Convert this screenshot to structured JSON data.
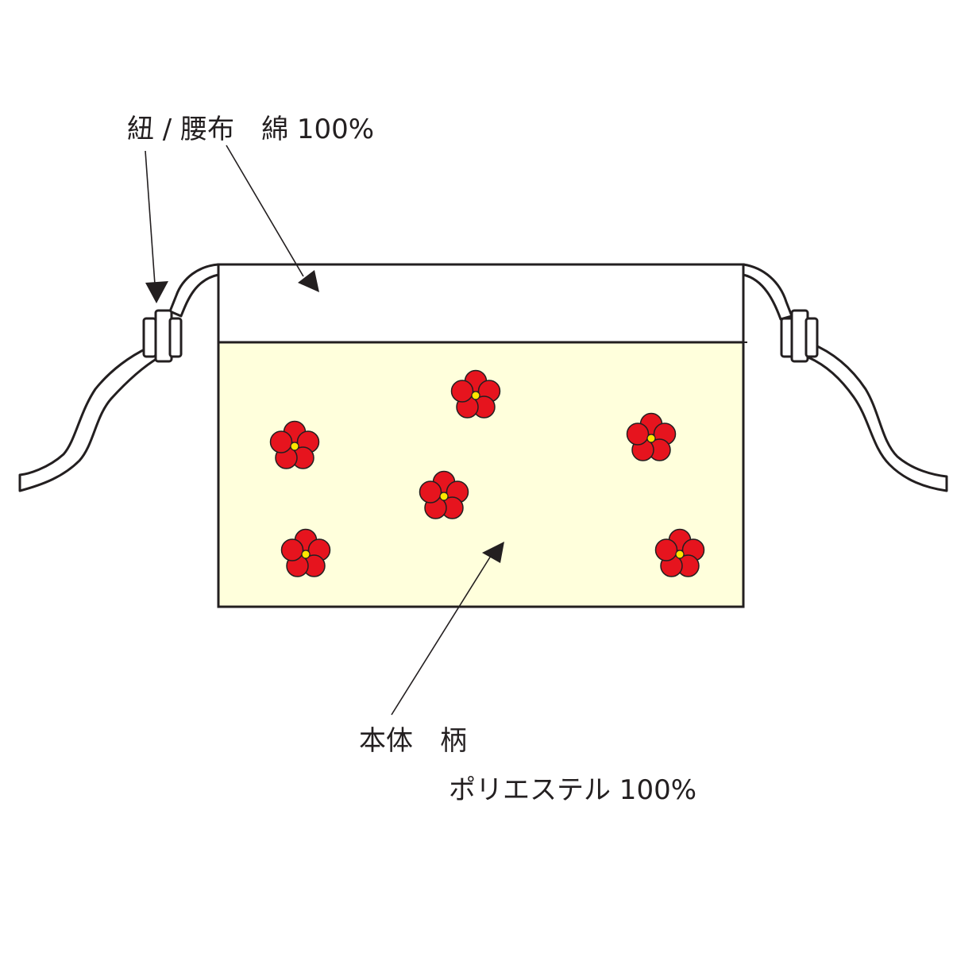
{
  "labels": {
    "ties_waistband": "紐 / 腰布　綿 100%",
    "body_pattern": "本体　柄",
    "body_material": "ポリエステル 100%"
  },
  "colors": {
    "outline": "#231f20",
    "waistband_fill": "#ffffff",
    "body_fill": "#ffffdc",
    "flower_petal": "#e6141e",
    "flower_center": "#ffe600"
  },
  "pattern": {
    "motif": "plum-blossom-icon",
    "count": 6
  }
}
